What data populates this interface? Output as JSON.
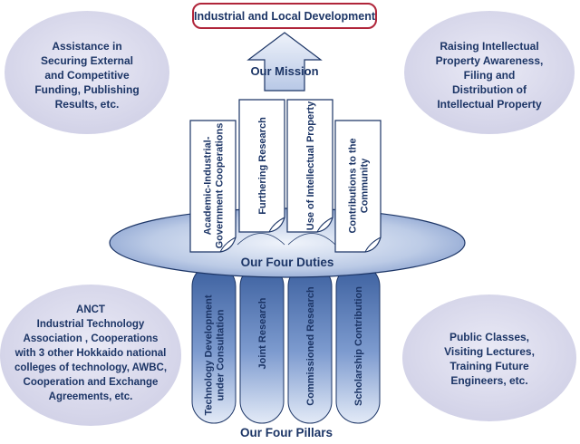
{
  "top_goal": "Industrial and Local Development",
  "mission_label": "Our Mission",
  "duties_label": "Our Four Duties",
  "pillars_label": "Our Four Pillars",
  "duties": [
    {
      "lines": [
        "Academic-Industrial-",
        "Government Cooperations"
      ]
    },
    {
      "lines": [
        "Furthering Research"
      ]
    },
    {
      "lines": [
        "Use of Intellectual Property"
      ]
    },
    {
      "lines": [
        "Contributions to the",
        "Community"
      ]
    }
  ],
  "pillars": [
    {
      "lines": [
        "Technology Development",
        "under Consultation"
      ]
    },
    {
      "lines": [
        "Joint Research"
      ]
    },
    {
      "lines": [
        "Commissioned Research"
      ]
    },
    {
      "lines": [
        "Scholarship Contribution"
      ]
    }
  ],
  "ellipses": {
    "top_left": [
      "Assistance in",
      "Securing External",
      "and Competitive",
      "Funding, Publishing",
      "Results, etc."
    ],
    "top_right": [
      "Raising Intellectual",
      "Property Awareness,",
      "Filing and",
      "Distribution of",
      "Intellectual Property"
    ],
    "bottom_left": [
      "ANCT",
      "Industrial Technology",
      "Association , Cooperations",
      "with 3 other Hokkaido national",
      "colleges of technology, AWBC,",
      "Cooperation and Exchange",
      "Agreements, etc."
    ],
    "bottom_right": [
      "Public Classes,",
      "Visiting Lectures,",
      "Training Future",
      "Engineers, etc."
    ]
  },
  "colors": {
    "text": "#1c3566",
    "goal_border": "#b0253a",
    "bubble_fill": "#dcdcee",
    "pillar_dark": "#3b5f9e",
    "pillar_light": "#dbe5f5"
  }
}
